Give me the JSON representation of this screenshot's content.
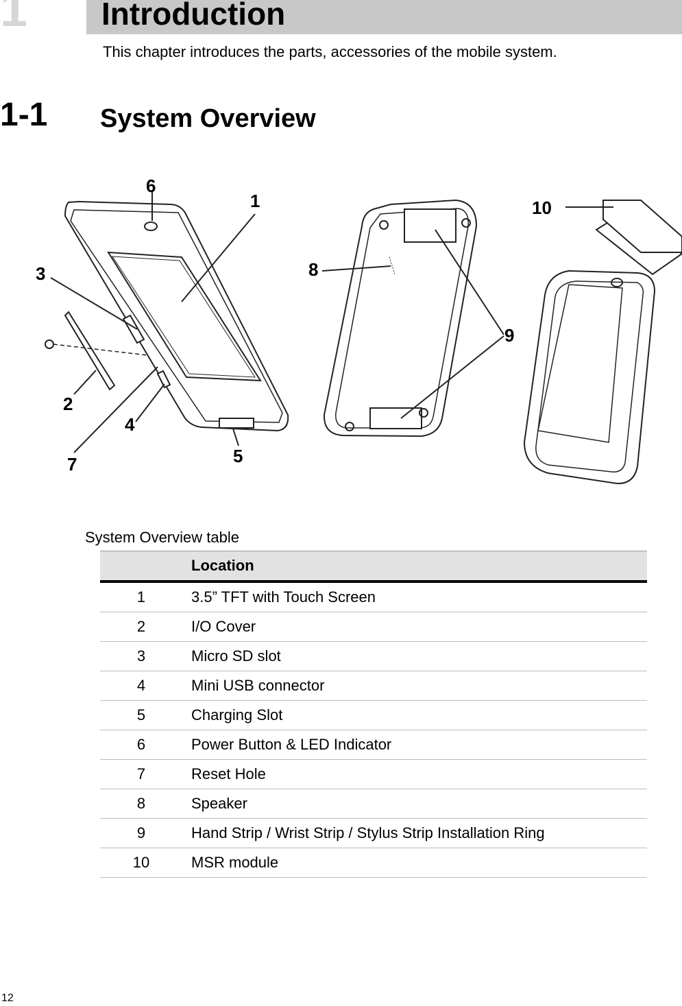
{
  "chapter": {
    "number": "1",
    "title": "Introduction",
    "intro": "This chapter introduces the parts, accessories of the mobile system."
  },
  "section": {
    "number": "1-1",
    "title": "System Overview"
  },
  "figure": {
    "callouts": [
      "1",
      "2",
      "3",
      "4",
      "5",
      "6",
      "7",
      "8",
      "9",
      "10"
    ]
  },
  "table": {
    "caption": "System Overview table",
    "headers": [
      "",
      "Location"
    ],
    "rows": [
      [
        "1",
        "3.5” TFT with Touch Screen"
      ],
      [
        "2",
        "I/O Cover"
      ],
      [
        "3",
        "Micro SD slot"
      ],
      [
        "4",
        "Mini USB connector"
      ],
      [
        "5",
        "Charging Slot"
      ],
      [
        "6",
        "Power Button & LED Indicator"
      ],
      [
        "7",
        "Reset Hole"
      ],
      [
        "8",
        "Speaker"
      ],
      [
        "9",
        "Hand Strip / Wrist Strip / Stylus Strip Installation Ring"
      ],
      [
        "10",
        "MSR module"
      ]
    ]
  },
  "footer": {
    "page_number": "12"
  }
}
